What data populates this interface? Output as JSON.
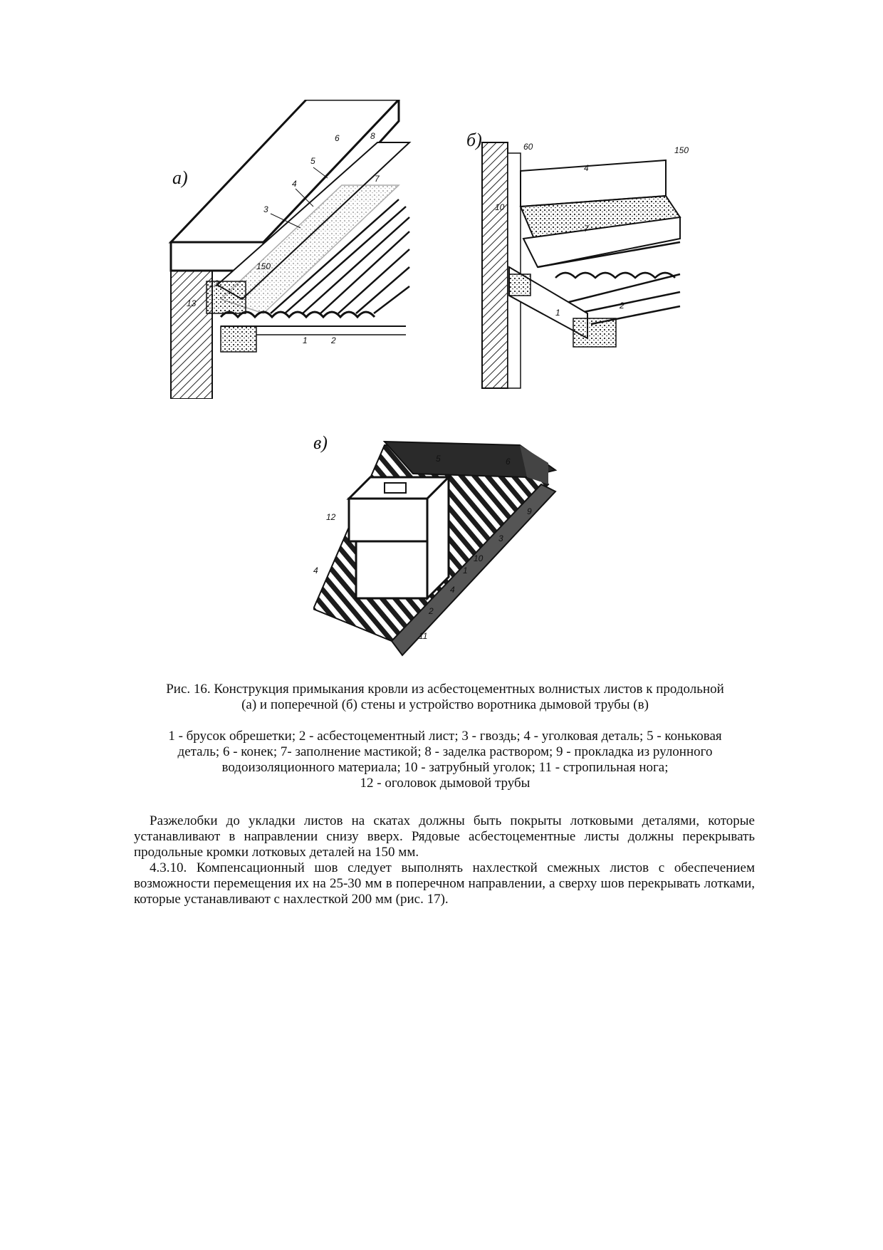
{
  "figure": {
    "panels": [
      {
        "label": "а)"
      },
      {
        "label": "б)"
      },
      {
        "label": "в)"
      }
    ],
    "callouts_a": [
      "3",
      "4",
      "5",
      "6",
      "8",
      "7",
      "1",
      "2",
      "150",
      "13",
      "13"
    ],
    "callouts_b": [
      "4",
      "7",
      "1",
      "2",
      "150",
      "10",
      "60"
    ],
    "callouts_c": [
      "5",
      "6",
      "9",
      "3",
      "10",
      "1",
      "4",
      "2",
      "11",
      "12",
      "4"
    ]
  },
  "caption": {
    "title_line1": "Рис. 16. Конструкция примыкания кровли из асбестоцементных волнистых листов к продольной",
    "title_line2": "(а) и поперечной (б) стены  и устройство воротника дымовой трубы (в)",
    "legend_line1": "1 - брусок обрешетки; 2 - асбестоцементный лист; 3 - гвоздь; 4 - уголковая деталь; 5 - коньковая",
    "legend_line2": "деталь; 6 - конек; 7- заполнение мастикой; 8 - заделка раствором; 9 - прокладка из рулонного",
    "legend_line3": "водоизоляционного материала; 10 - затрубный уголок; 11 - стропильная нога;",
    "legend_line4": "12 - оголовок дымовой трубы"
  },
  "body": {
    "para1": "Разжелобки до укладки листов на скатах должны быть покрыты лотковыми деталями, которые устанавливают в направлении снизу вверх. Рядовые асбестоцементные листы должны перекрывать продольные кромки лотковых деталей на 150 мм.",
    "para2": "4.3.10. Компенсационный шов следует выполнять нахлесткой смежных листов с обеспечением возможности перемещения их на 25-30 мм в поперечном направлении, а сверху шов перекрывать лотками, которые устанавливают с нахлесткой 200 мм (рис. 17)."
  }
}
